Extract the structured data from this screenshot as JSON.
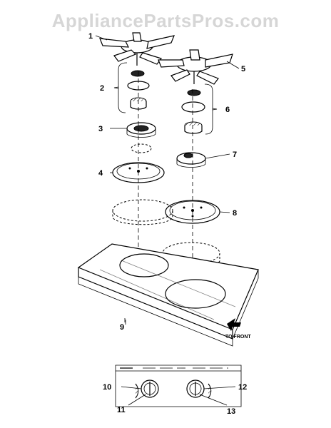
{
  "watermark": "AppliancePartsPros.com",
  "labels": {
    "l1": "1",
    "l2": "2",
    "l3": "3",
    "l4": "4",
    "l5": "5",
    "l6": "6",
    "l7": "7",
    "l8": "8",
    "l9": "9",
    "l10": "10",
    "l11": "11",
    "l12": "12",
    "l13": "13"
  },
  "note": "TO FRONT"
}
